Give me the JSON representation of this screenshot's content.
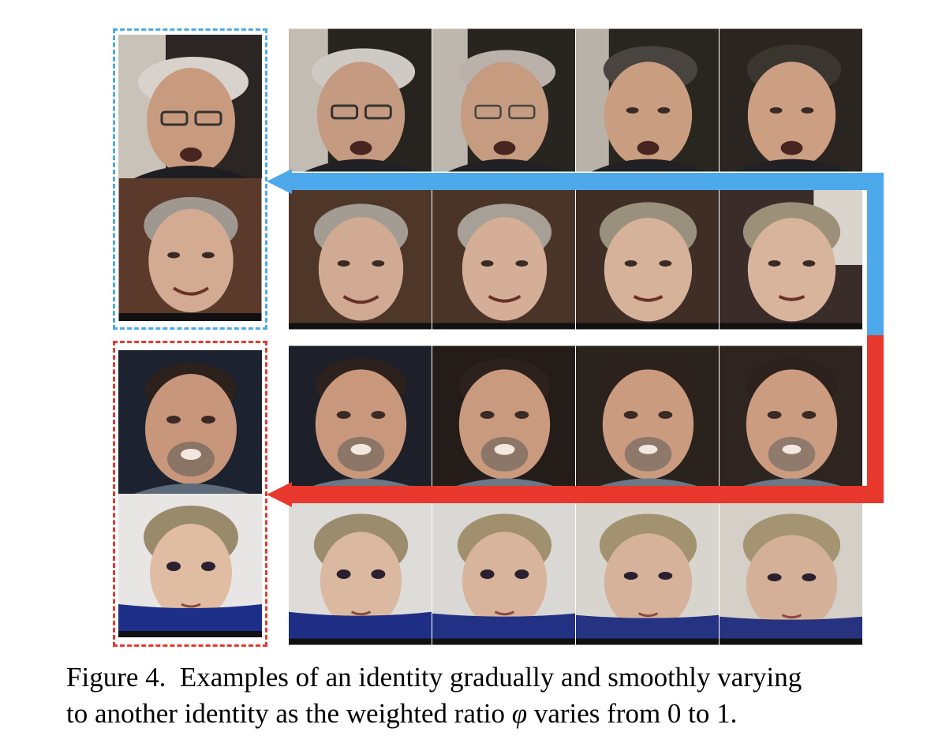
{
  "figure": {
    "caption": {
      "label": "Figure 4.",
      "line1": "Examples of an identity gradually and smoothly varying",
      "line2_before": "to another identity as the weighted ratio",
      "symbol": "φ",
      "line2_after": "varies from 0 to 1."
    },
    "colors": {
      "blue_accent": "#4da9ea",
      "red_accent": "#e8382d",
      "caption_text": "#000000"
    },
    "rows": [
      {
        "name": "row-1",
        "source_identity": "man-glasses-cap",
        "frames": 5
      },
      {
        "name": "row-2",
        "source_identity": "smiling-man",
        "frames": 5
      },
      {
        "name": "row-3",
        "source_identity": "bearded-man",
        "frames": 5
      },
      {
        "name": "row-4",
        "source_identity": "young-boy",
        "frames": 5
      }
    ]
  }
}
